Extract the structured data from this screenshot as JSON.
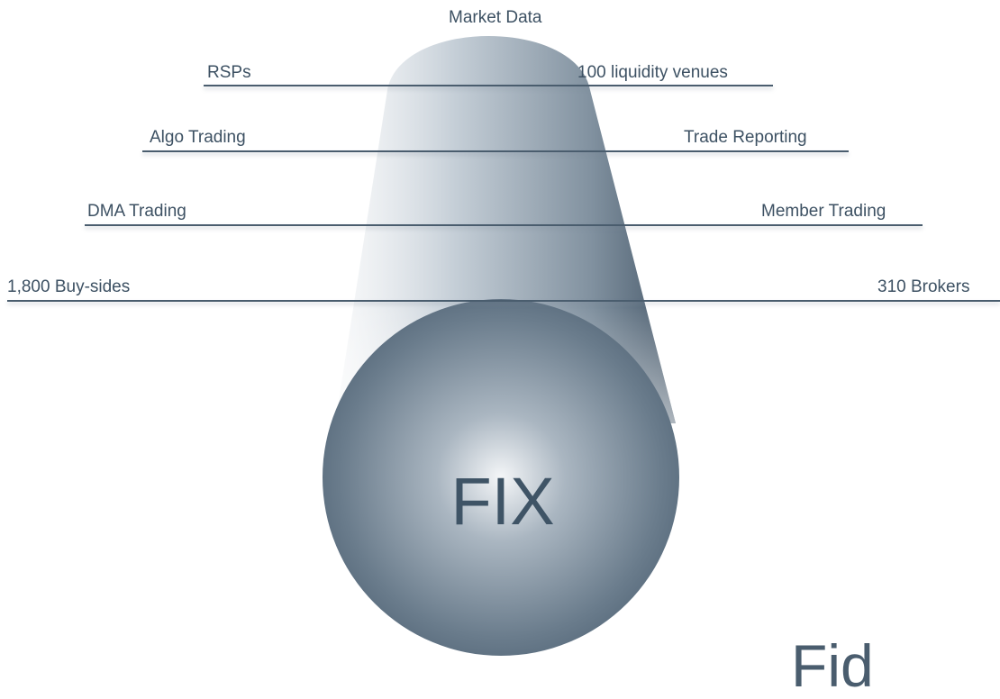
{
  "diagram": {
    "top_label": "Market Data",
    "center_label": "FIX",
    "left_labels": [
      "RSPs",
      "Algo Trading",
      "DMA Trading",
      "1,800 Buy-sides"
    ],
    "right_labels": [
      "100 liquidity venues",
      "Trade Reporting",
      "Member Trading",
      "310 Brokers"
    ],
    "corner_text": "Fid"
  },
  "colors": {
    "line": "#4a5d6e",
    "text": "#3d5163",
    "cylinder_dark": "#4f6273",
    "cylinder_light": "#dfe4e9"
  }
}
